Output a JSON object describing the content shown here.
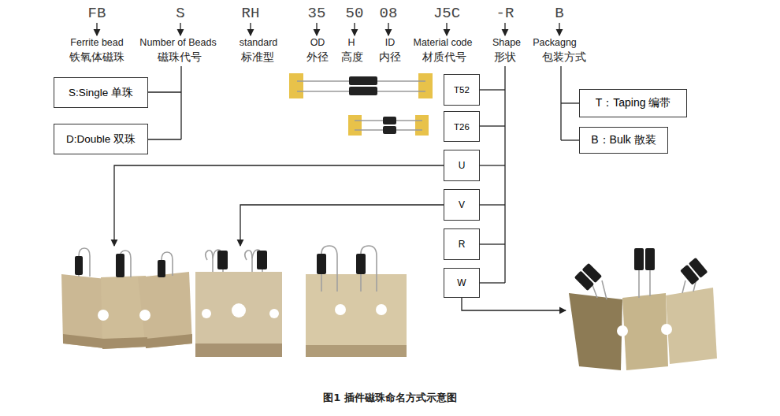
{
  "diagram": {
    "caption": "图1 插件磁珠命名方式示意图",
    "nodes": [
      {
        "text": [
          "S:Single 单珠"
        ]
      },
      {
        "text": [
          "D:Double 双珠"
        ]
      },
      {
        "text": [
          "T52"
        ]
      },
      {
        "text": [
          "T26"
        ]
      },
      {
        "text": [
          "U"
        ]
      },
      {
        "text": [
          "V"
        ]
      },
      {
        "text": [
          "R"
        ]
      },
      {
        "text": [
          "W"
        ]
      },
      {
        "text": [
          "T：Taping 编带"
        ]
      },
      {
        "text": [
          "B：Bulk 散装"
        ]
      }
    ],
    "labels": [
      "FB",
      "S",
      "RH",
      "35",
      "50",
      "08",
      "J5C",
      "-R",
      "B",
      "Ferrite bead",
      "Number of Beads",
      "standard",
      "OD",
      "H",
      "ID",
      "Material code",
      "Shape",
      "Packagng",
      "铁氧体磁珠",
      "磁珠代号",
      "标准型",
      "外径",
      "高度",
      "内径",
      "材质代号",
      "形状",
      "包装方式"
    ]
  }
}
